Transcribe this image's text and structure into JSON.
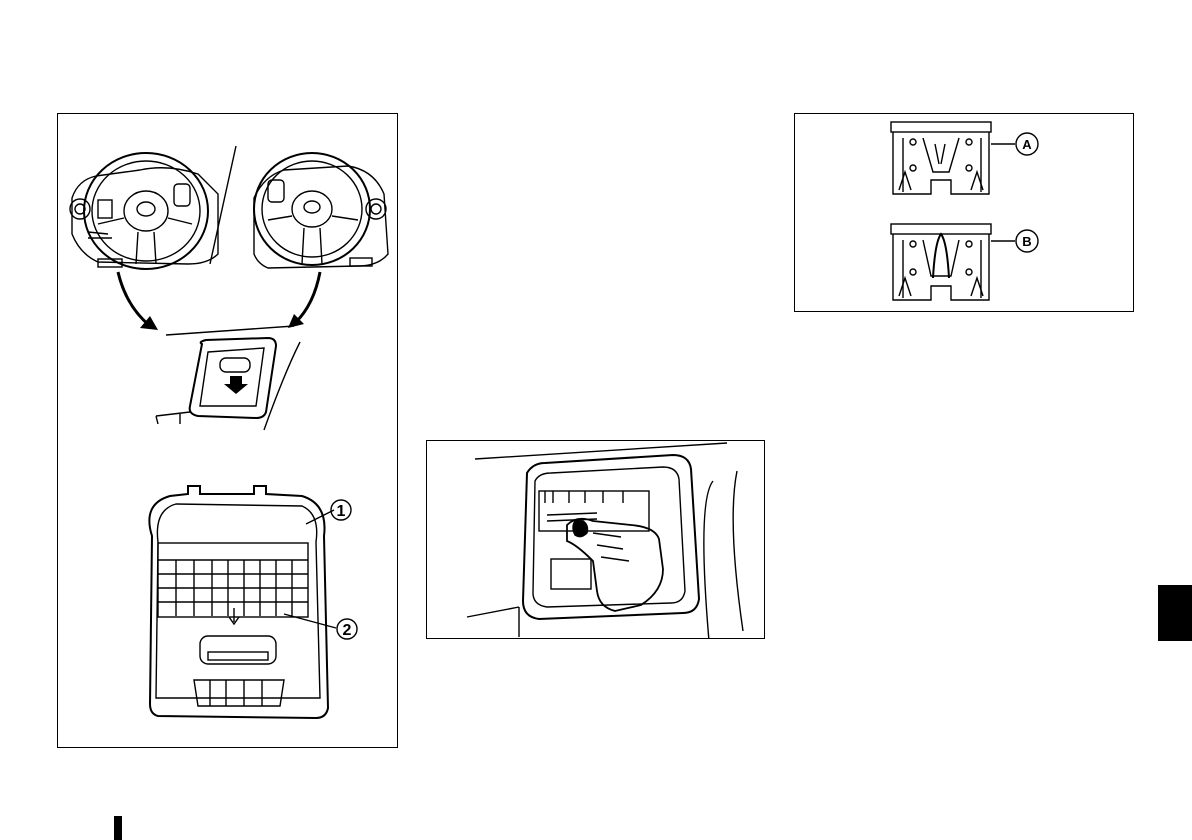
{
  "figures": {
    "left": {
      "callouts": [
        "1",
        "2"
      ]
    },
    "middle": {},
    "right": {
      "callouts": [
        "A",
        "B"
      ]
    }
  },
  "colors": {
    "ink": "#000000",
    "paper": "#ffffff",
    "edge_tab": "#000000"
  }
}
